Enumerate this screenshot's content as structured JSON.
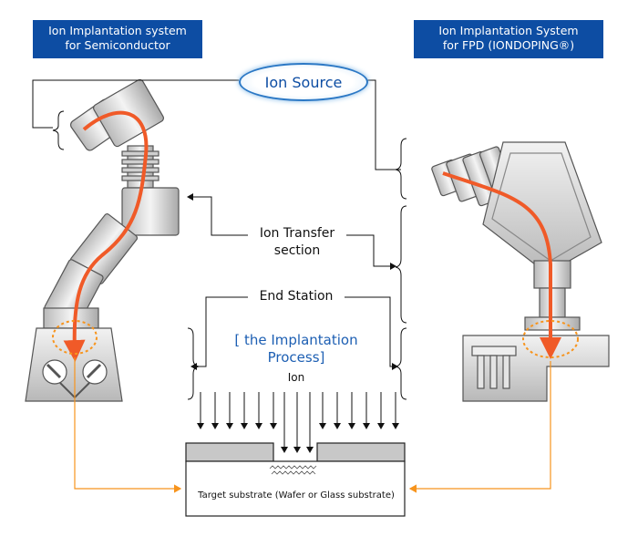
{
  "titles": {
    "left": [
      "Ion Implantation system",
      "for Semiconductor"
    ],
    "right": [
      "Ion Implantation System",
      "for FPD (IONDOPING®)"
    ]
  },
  "labels": {
    "ion_source": "Ion Source",
    "ion_transfer": [
      "Ion Transfer",
      "section"
    ],
    "end_station": "End Station",
    "process": [
      "[ the Implantation",
      "Process]"
    ],
    "ion": "Ion",
    "substrate": "Target substrate (Wafer or Glass substrate)"
  },
  "colors": {
    "title_bg": "#0d4da3",
    "beam": "#f05a28",
    "connector": "#f7941d",
    "machine": "#d9d9d9"
  }
}
